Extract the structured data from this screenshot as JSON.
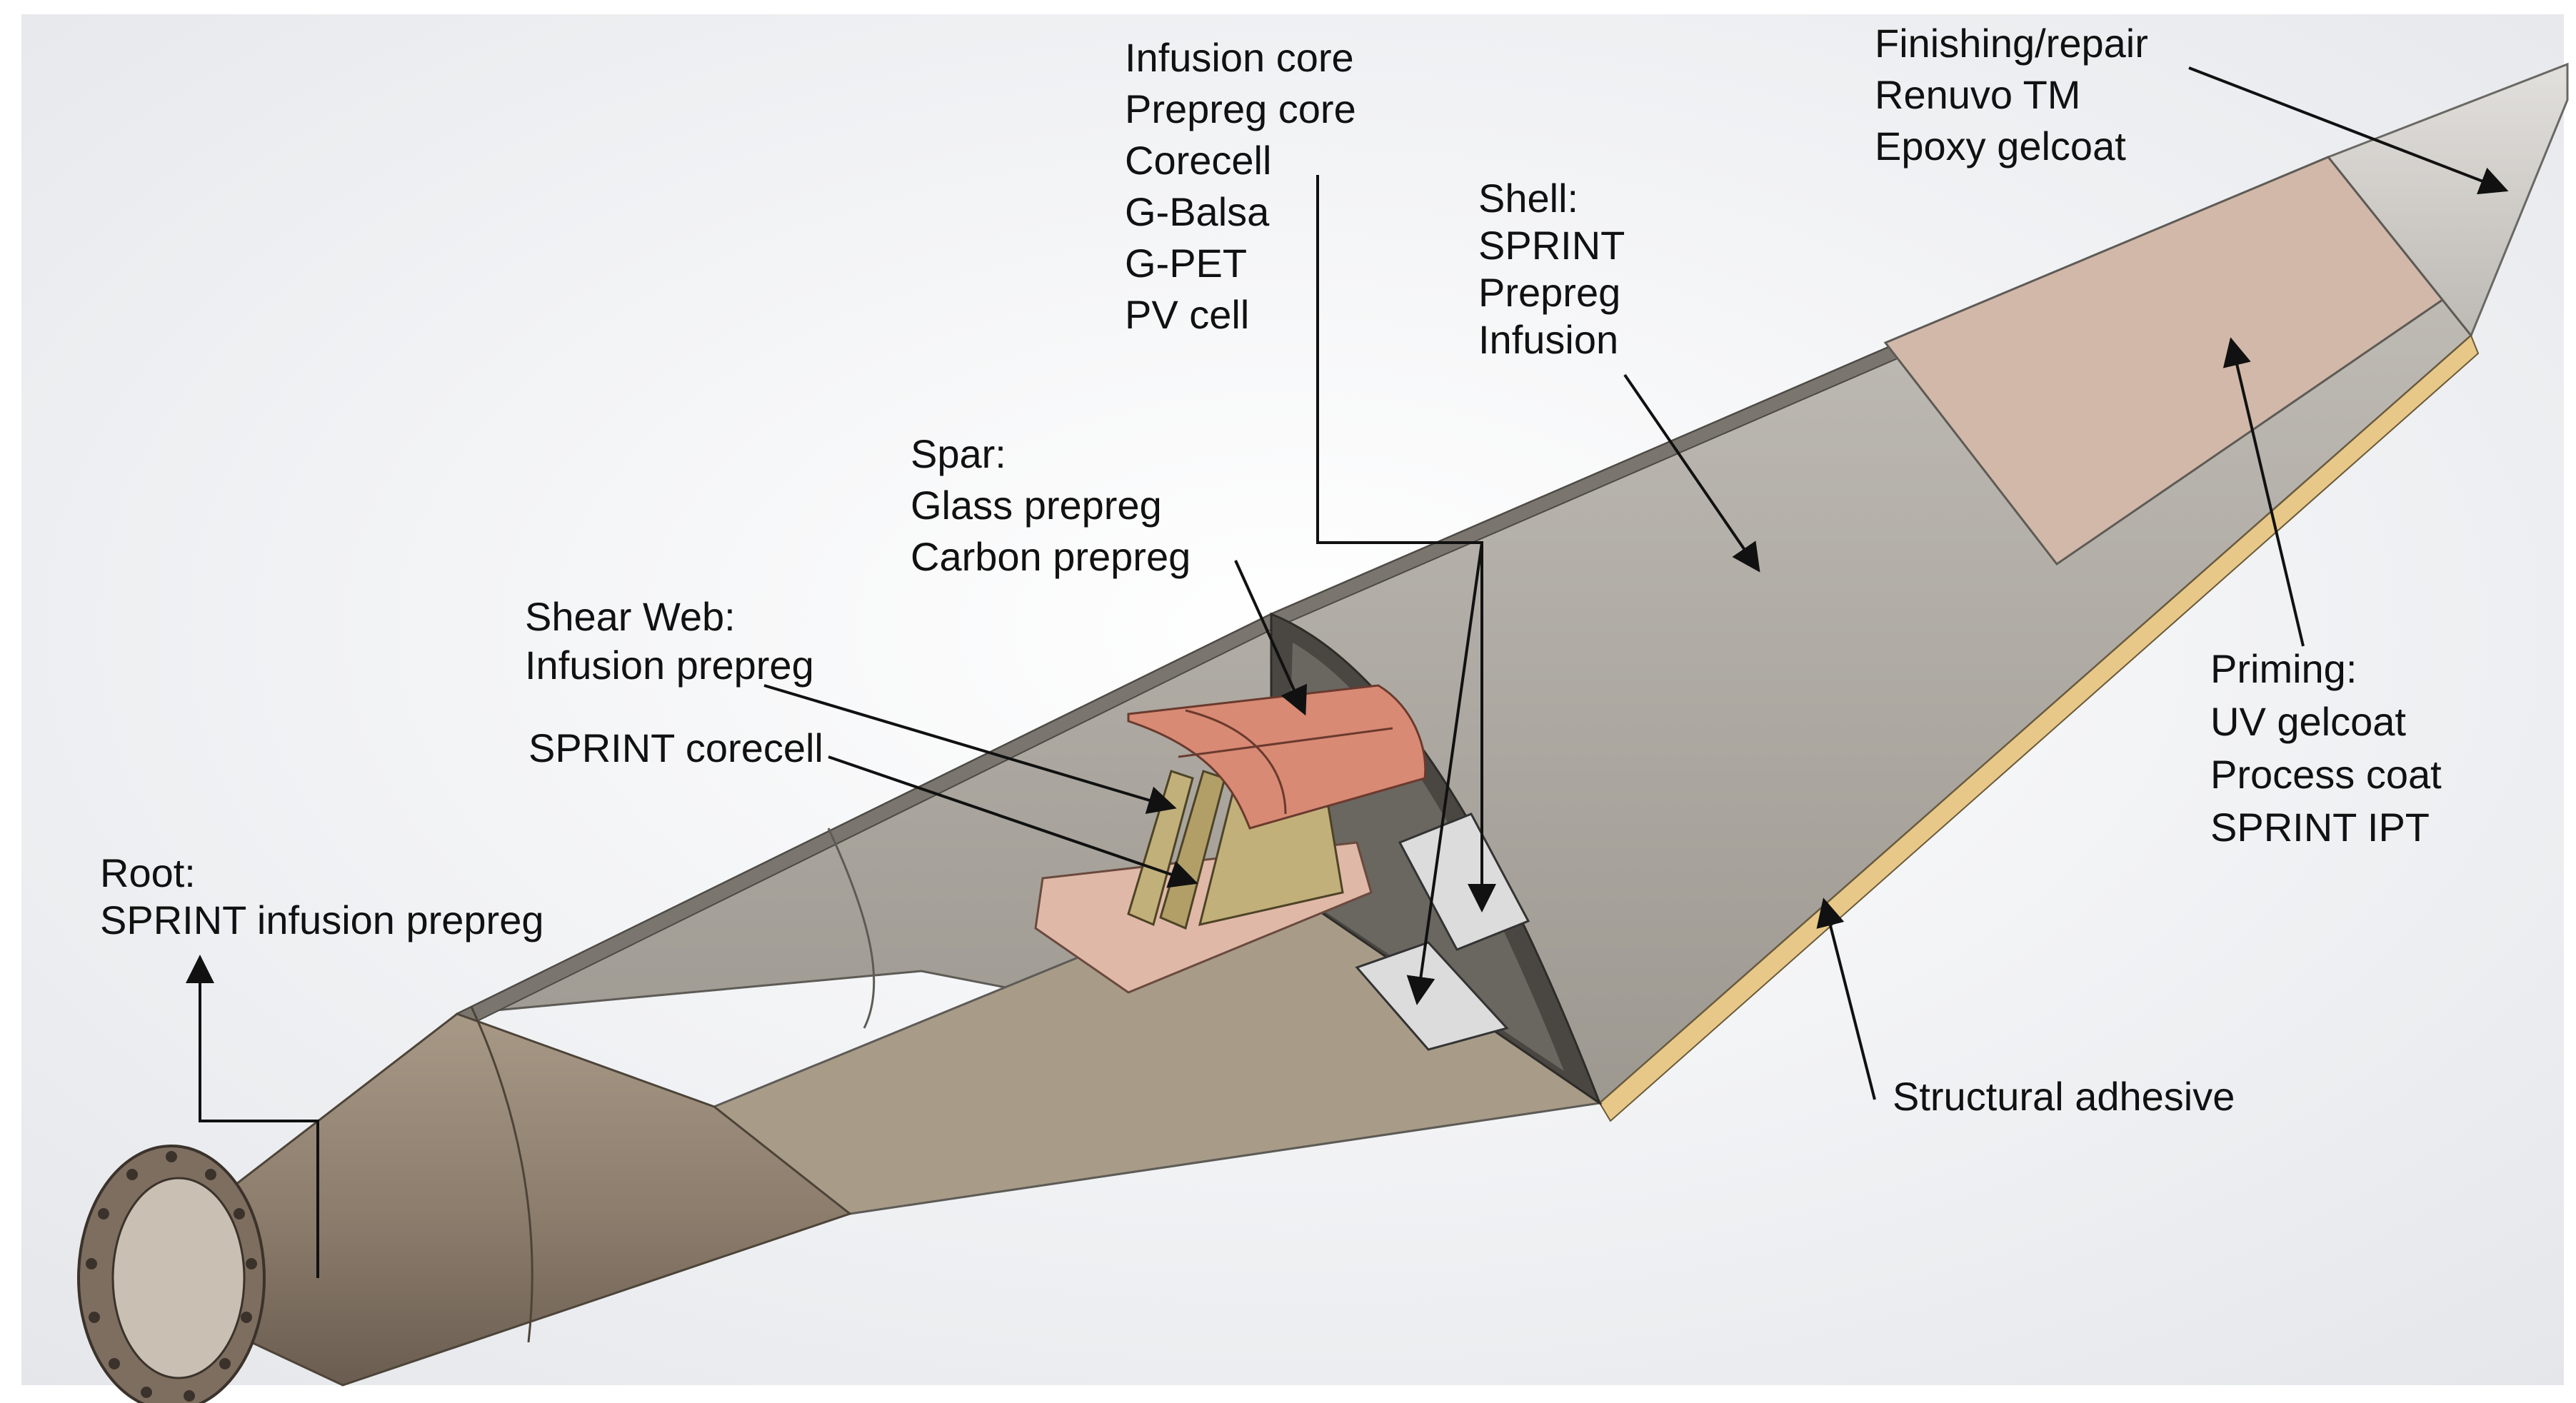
{
  "labels": {
    "infusion_core": [
      "Infusion core",
      "Prepreg core",
      "Corecell",
      "G-Balsa",
      "G-PET",
      "PV cell"
    ],
    "finishing": [
      "Finishing/repair",
      "Renuvo TM",
      "Epoxy gelcoat"
    ],
    "shell": [
      "Shell:",
      "SPRINT",
      "Prepreg",
      "Infusion"
    ],
    "spar": [
      "Spar:",
      "Glass prepreg",
      "Carbon prepreg"
    ],
    "shear_web": [
      "Shear Web:",
      "Infusion prepreg"
    ],
    "sprint_corecell": [
      "SPRINT corecell"
    ],
    "root": [
      "Root:",
      "SPRINT infusion prepreg"
    ],
    "priming": [
      "Priming:",
      "UV gelcoat",
      "Process coat",
      "SPRINT IPT"
    ],
    "structural_adhesive": [
      "Structural adhesive"
    ]
  },
  "colors": {
    "shell": "#aaa6a0",
    "shell_dark": "#6f6b64",
    "root": "#8c7c6c",
    "bottom_skin": "#a89c88",
    "spar_cap": "#d88a74",
    "shear_web": "#c2b07a",
    "core_panel": "#dcdcdc",
    "adhesive": "#e8c888",
    "finishing_band": "#d2b8a8",
    "tip": "#d6d4d0",
    "text": "#111111"
  }
}
